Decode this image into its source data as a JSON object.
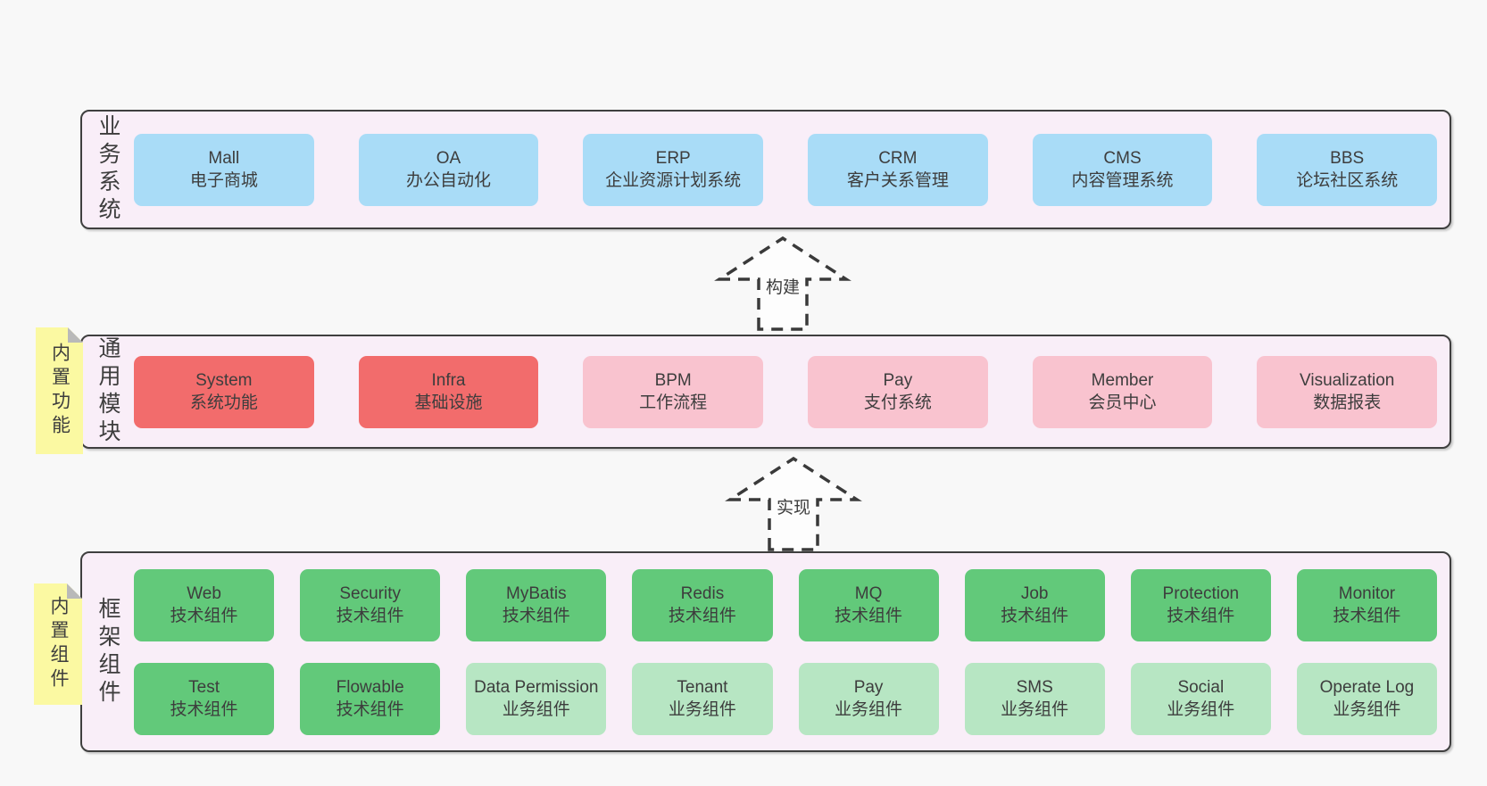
{
  "palette": {
    "page_bg": "#f8f8f8",
    "container_bg": "#f9eef8",
    "container_border": "#3f3f3f",
    "blue": "#a9dcf7",
    "red": "#f26c6c",
    "pink": "#f9c3cf",
    "green": "#62c97a",
    "light_green": "#b7e6c3",
    "note_yellow": "#fbf9a2",
    "note_fold_gray": "#b9b9b9",
    "text": "#3d3d3d"
  },
  "layers": [
    {
      "label": "业务系统",
      "boxes": [
        {
          "title": "Mall",
          "subtitle": "电子商城"
        },
        {
          "title": "OA",
          "subtitle": "办公自动化"
        },
        {
          "title": "ERP",
          "subtitle": "企业资源计划系统"
        },
        {
          "title": "CRM",
          "subtitle": "客户关系管理"
        },
        {
          "title": "CMS",
          "subtitle": "内容管理系统"
        },
        {
          "title": "BBS",
          "subtitle": "论坛社区系统"
        }
      ]
    },
    {
      "label": "通用模块",
      "note": "内置功能",
      "boxes": [
        {
          "title": "System",
          "subtitle": "系统功能"
        },
        {
          "title": "Infra",
          "subtitle": "基础设施"
        },
        {
          "title": "BPM",
          "subtitle": "工作流程"
        },
        {
          "title": "Pay",
          "subtitle": "支付系统"
        },
        {
          "title": "Member",
          "subtitle": "会员中心"
        },
        {
          "title": "Visualization",
          "subtitle": "数据报表"
        }
      ]
    },
    {
      "label": "框架组件",
      "note": "内置组件",
      "rows": [
        {
          "boxes": [
            {
              "title": "Web",
              "subtitle": "技术组件"
            },
            {
              "title": "Security",
              "subtitle": "技术组件"
            },
            {
              "title": "MyBatis",
              "subtitle": "技术组件"
            },
            {
              "title": "Redis",
              "subtitle": "技术组件"
            },
            {
              "title": "MQ",
              "subtitle": "技术组件"
            },
            {
              "title": "Job",
              "subtitle": "技术组件"
            },
            {
              "title": "Protection",
              "subtitle": "技术组件"
            },
            {
              "title": "Monitor",
              "subtitle": "技术组件"
            }
          ]
        },
        {
          "boxes": [
            {
              "title": "Test",
              "subtitle": "技术组件"
            },
            {
              "title": "Flowable",
              "subtitle": "技术组件"
            },
            {
              "title": "Data Permission",
              "subtitle": "业务组件"
            },
            {
              "title": "Tenant",
              "subtitle": "业务组件"
            },
            {
              "title": "Pay",
              "subtitle": "业务组件"
            },
            {
              "title": "SMS",
              "subtitle": "业务组件"
            },
            {
              "title": "Social",
              "subtitle": "业务组件"
            },
            {
              "title": "Operate Log",
              "subtitle": "业务组件"
            }
          ]
        }
      ]
    }
  ],
  "arrows": [
    {
      "label": "构建"
    },
    {
      "label": "实现"
    }
  ]
}
